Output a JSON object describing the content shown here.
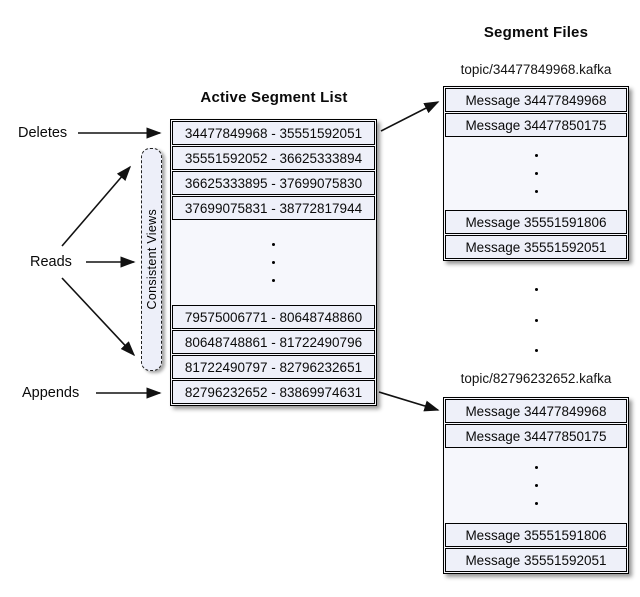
{
  "labels": {
    "deletes": "Deletes",
    "reads": "Reads",
    "appends": "Appends",
    "consistent_views": "Consistent Views"
  },
  "active_segment_list": {
    "title": "Active Segment List",
    "rows_top": [
      "34477849968 - 35551592051",
      "35551592052 - 36625333894",
      "36625333895 - 37699075830",
      "37699075831 - 38772817944"
    ],
    "rows_bottom": [
      "79575006771 - 80648748860",
      "80648748861 - 81722490796",
      "81722490797 - 82796232651",
      "82796232652 - 83869974631"
    ]
  },
  "segment_files": {
    "title": "Segment Files",
    "top_file": {
      "topic": "topic/34477849968.kafka",
      "rows_top": [
        "Message 34477849968",
        "Message 34477850175"
      ],
      "rows_bottom": [
        "Message 35551591806",
        "Message 35551592051"
      ]
    },
    "bottom_file": {
      "topic": "topic/82796232652.kafka",
      "rows_top": [
        "Message 34477849968",
        "Message 34477850175"
      ],
      "rows_bottom": [
        "Message 35551591806",
        "Message 35551592051"
      ]
    }
  },
  "colors": {
    "row_fill": "#eef0f9",
    "box_fill": "#f6f7fc",
    "border": "#000000",
    "arrow": "#111111"
  }
}
